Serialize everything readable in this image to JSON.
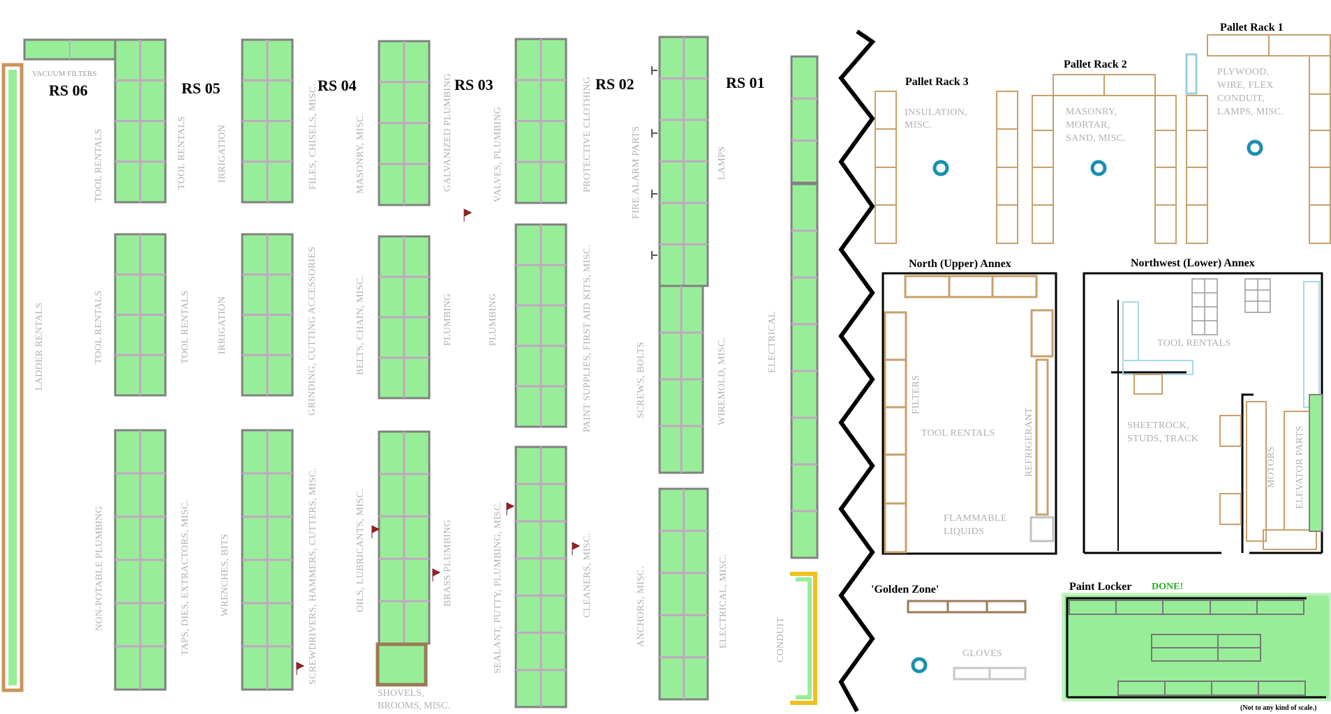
{
  "rows": {
    "rs06": "RS 06",
    "rs05": "RS 05",
    "rs04": "RS 04",
    "rs03": "RS 03",
    "rs02": "RS 02",
    "rs01": "RS 01"
  },
  "labels": {
    "vacuum_filters": "VACUUM FILTERS",
    "ladder_rentals": "LADDER RENTALS",
    "tool_rentals": "TOOL RENTALS",
    "non_potable_plumbing": "NON-POTABLE PLUMBING",
    "irrigation": "IRRIGATION",
    "taps_dies": "TAPS, DIES, EXTRACTORS, MISC.",
    "wrenches_bits": "WRENCHES, BITS",
    "files_chisels": "FILES, CHISELS, MISC.",
    "grinding": "GRINDING, CUTTING ACCESSORIES",
    "screwdrivers": "SCREWDRIVERS, HAMMERS, CUTTERS, MISC.",
    "masonry_misc": "MASONRY, MISC.",
    "belts_chain": "BELTS, CHAIN, MISC.",
    "oils_lubricants": "OILS, LUBRICANTS, MISC.",
    "shovels_1": "SHOVELS,",
    "shovels_2": "BROOMS, MISC.",
    "galvanized": "GALVANIZED PLUMBING",
    "plumbing": "PLUMBING",
    "brass_plumbing": "BRASS PLUMBING",
    "valves_plumbing": "VALVES, PLUMBING",
    "sealant": "SEALANT, PUTTY, PLUMBING, MISC.",
    "protective": "PROTECTIVE CLOTHING",
    "paint_supplies": "PAINT SUPPLIES, FIRST AID KITS, MISC.",
    "cleaners": "CLEANERS, MISC.",
    "fire_alarm": "FIRE ALARM PARTS",
    "screws_bolts": "SCREWS, BOLTS",
    "anchors": "ANCHORS, MISC.",
    "lamps": "LAMPS",
    "wiremold": "WIREMOLD, MISC.",
    "electrical_misc": "ELECTRICAL, MISC.",
    "electrical": "ELECTRICAL",
    "conduit": "CONDUIT"
  },
  "right": {
    "pallet_rack_3": "Pallet Rack  3",
    "pallet_rack_2": "Pallet Rack 2",
    "pallet_rack_1": "Pallet Rack 1",
    "insulation_1": "INSULATION,",
    "insulation_2": "MISC.",
    "masonry_1": "MASONRY,",
    "masonry_2": "MORTAR,",
    "masonry_3": "SAND, MISC.",
    "plywood_1": "PLYWOOD,",
    "plywood_2": "WIRE, FLEX",
    "plywood_3": "CONDUIT,",
    "plywood_4": "LAMPS, MISC.",
    "north_annex": "North (Upper) Annex",
    "northwest_annex": "Northwest (Lower) Annex",
    "filters": "FILTERS",
    "tool_rentals": "TOOL RENTALS",
    "refrigerant": "REFRIGERANT",
    "flammable_1": "FLAMMABLE",
    "flammable_2": "LIQUIDS",
    "tool_rentals_nw": "TOOL RENTALS",
    "sheetrock_1": "SHEETROCK,",
    "sheetrock_2": "STUDS, TRACK",
    "motors": "MOTORS",
    "elevator_parts": "ELEVATOR PARTS",
    "golden_zone": "'Golden Zone'",
    "gloves": "GLOVES",
    "paint_locker": "Paint Locker",
    "done": "DONE!",
    "scale_note": "(Not to any kind of scale.)"
  },
  "colors": {
    "shelf_fill": "#98ee98",
    "shelf_border": "#808080",
    "shelf_divider": "#c0a8c0",
    "wood": "#c8a06a",
    "teal": "#1a8fb0",
    "flag": "#a02020",
    "conduit": "#f0c020"
  }
}
